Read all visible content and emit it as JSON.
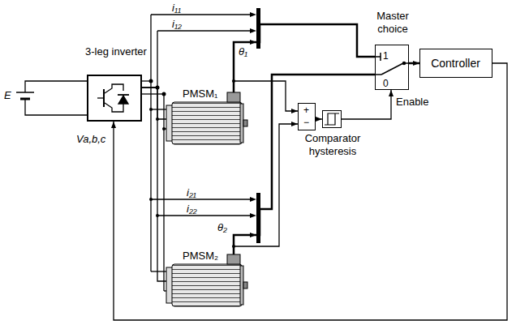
{
  "diagram": {
    "nodes": [
      {
        "text": [
          "3-leg inverter"
        ]
      },
      {
        "text": [
          "PMSM₁"
        ]
      },
      {
        "text": [
          "PMSM₂"
        ]
      },
      {
        "text": [
          "Master choice",
          "1",
          "0"
        ]
      },
      {
        "text": [
          "Controller"
        ]
      },
      {
        "text": [
          "+",
          "−"
        ]
      },
      {
        "text": [
          "Comparator hysteresis"
        ]
      }
    ],
    "edges": [
      {
        "from": 0,
        "to": 1,
        "arrow": "none"
      },
      {
        "from": 0,
        "to": 2,
        "arrow": "none"
      },
      {
        "from": 1,
        "to": 3,
        "arrow": "none"
      },
      {
        "from": 2,
        "to": 3,
        "arrow": "none"
      },
      {
        "from": 1,
        "to": 5,
        "arrow": "to"
      },
      {
        "from": 2,
        "to": 5,
        "arrow": "to"
      },
      {
        "from": 5,
        "to": 6,
        "arrow": "to"
      },
      {
        "from": 6,
        "to": 3,
        "label": "Enable",
        "arrow": "to"
      },
      {
        "from": 3,
        "to": 4,
        "arrow": "to"
      },
      {
        "from": 4,
        "to": 0,
        "arrow": "to"
      }
    ],
    "labels": [
      "E",
      "i₁₁",
      "i₁₂",
      "θ₁",
      "i₂₁",
      "i₂₂",
      "θ₂",
      "Va,b,c"
    ]
  }
}
